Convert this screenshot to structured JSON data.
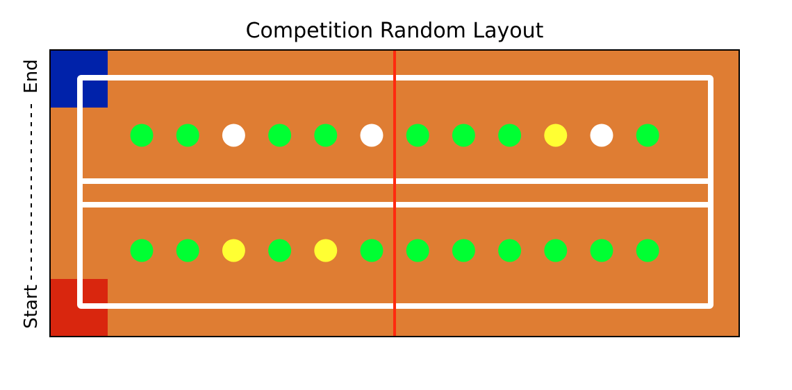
{
  "title": "Competition Random Layout",
  "side_labels": {
    "end": "End",
    "start": "Start"
  },
  "colors": {
    "field": "#DF7D33",
    "end_zone": "#0022AA",
    "start_zone": "#D9260E",
    "center_line": "#FF2A0E",
    "track": "#FFFFFF",
    "ball_green": "#00FF33",
    "ball_white": "#FFFFFF",
    "ball_yellow": "#FFFF33"
  },
  "rows": {
    "top": [
      "green",
      "green",
      "white",
      "green",
      "green",
      "white",
      "green",
      "green",
      "green",
      "yellow",
      "white",
      "green"
    ],
    "bottom": [
      "green",
      "green",
      "yellow",
      "green",
      "yellow",
      "green",
      "green",
      "green",
      "green",
      "green",
      "green",
      "green"
    ]
  }
}
